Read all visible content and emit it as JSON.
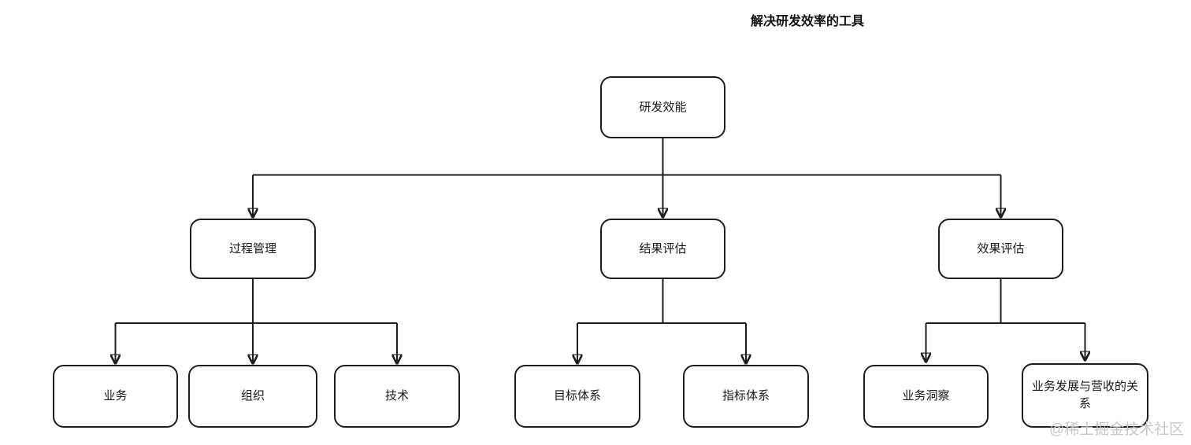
{
  "title": "解决研发效率的工具",
  "watermark": "@稀土掘金技术社区",
  "colors": {
    "background": "#ffffff",
    "line": "#1e1e1e",
    "node_border": "#1e1e1e",
    "node_background": "#ffffff",
    "text": "#1a1a1a",
    "watermark": "#c8c8c8"
  },
  "diagram": {
    "type": "tree-flowchart",
    "nodes": [
      {
        "id": "root",
        "label": "研发效能"
      },
      {
        "id": "process-mgmt",
        "label": "过程管理"
      },
      {
        "id": "result-eval",
        "label": "结果评估"
      },
      {
        "id": "effect-eval",
        "label": "效果评估"
      },
      {
        "id": "business",
        "label": "业务"
      },
      {
        "id": "organization",
        "label": "组织"
      },
      {
        "id": "technology",
        "label": "技术"
      },
      {
        "id": "goal-system",
        "label": "目标体系"
      },
      {
        "id": "indicator-system",
        "label": "指标体系"
      },
      {
        "id": "business-insight",
        "label": "业务洞察"
      },
      {
        "id": "business-revenue",
        "label": "业务发展与营收的关系"
      }
    ],
    "edges": [
      {
        "from": "root",
        "to": "process-mgmt"
      },
      {
        "from": "root",
        "to": "result-eval"
      },
      {
        "from": "root",
        "to": "effect-eval"
      },
      {
        "from": "process-mgmt",
        "to": "business"
      },
      {
        "from": "process-mgmt",
        "to": "organization"
      },
      {
        "from": "process-mgmt",
        "to": "technology"
      },
      {
        "from": "result-eval",
        "to": "goal-system"
      },
      {
        "from": "result-eval",
        "to": "indicator-system"
      },
      {
        "from": "effect-eval",
        "to": "business-insight"
      },
      {
        "from": "effect-eval",
        "to": "business-revenue"
      }
    ]
  }
}
